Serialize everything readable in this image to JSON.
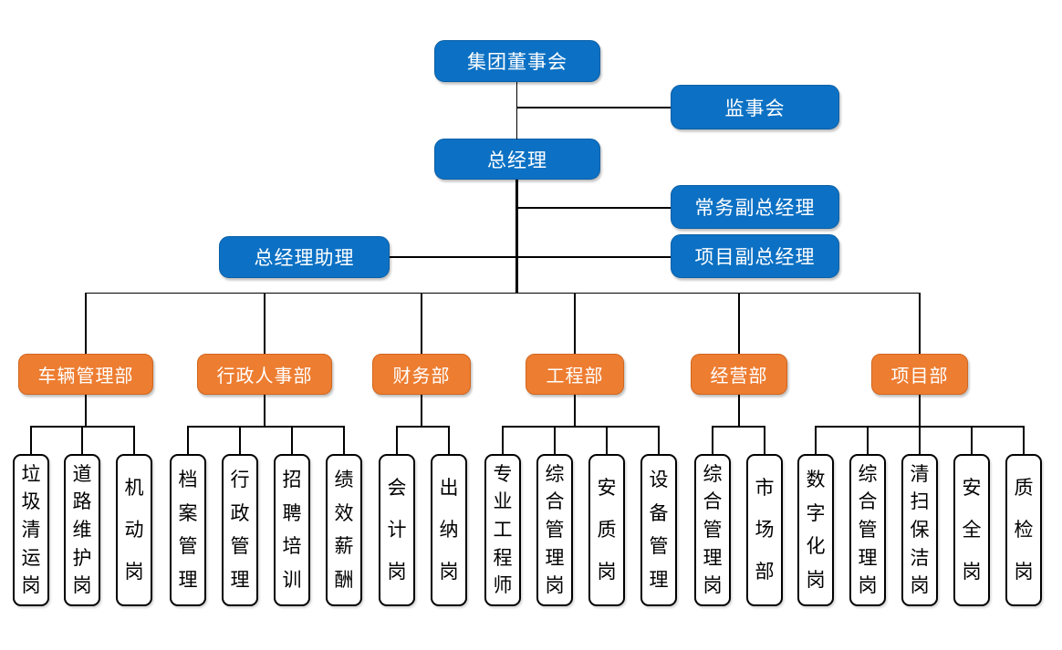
{
  "org": {
    "board": {
      "label": "集团董事会"
    },
    "supervisory_board": {
      "label": "监事会"
    },
    "general_manager": {
      "label": "总经理"
    },
    "executive_deputy_gm": {
      "label": "常务副总经理"
    },
    "gm_assistant": {
      "label": "总经理助理"
    },
    "project_deputy_gm": {
      "label": "项目副总经理"
    },
    "departments": [
      {
        "label": "车辆管理部",
        "positions": [
          "垃圾清运岗",
          "道路维护岗",
          "机动岗"
        ]
      },
      {
        "label": "行政人事部",
        "positions": [
          "档案管理",
          "行政管理",
          "招聘培训",
          "绩效薪酬"
        ]
      },
      {
        "label": "财务部",
        "positions": [
          "会计岗",
          "出纳岗"
        ]
      },
      {
        "label": "工程部",
        "positions": [
          "专业工程师",
          "综合管理岗",
          "安质岗",
          "设备管理"
        ]
      },
      {
        "label": "经营部",
        "positions": [
          "综合管理岗",
          "市场部"
        ]
      },
      {
        "label": "项目部",
        "positions": [
          "数字化岗",
          "综合管理岗",
          "清扫保洁岗",
          "安全岗",
          "质检岗"
        ]
      }
    ]
  },
  "colors": {
    "executive_box_fill": "#0C71C4",
    "executive_box_border": "#0A5FA6",
    "department_box_fill": "#ED7D31",
    "department_box_border": "#D1661E",
    "position_box_fill": "#FFFFFF",
    "position_box_border": "#000000",
    "connector": "#000000"
  }
}
